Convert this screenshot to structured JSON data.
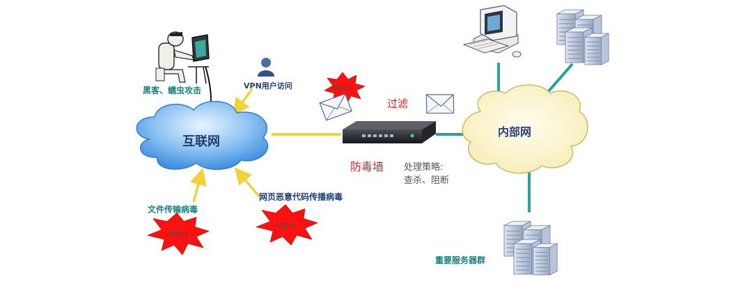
{
  "internet": {
    "label": "互联网"
  },
  "intranet": {
    "label": "内部网"
  },
  "firewall": {
    "label": "防毒墙",
    "policy_line1": "处理策略:",
    "policy_line2": "查杀、阻断"
  },
  "filter_label": "过滤",
  "hacker_label": "黑客、蠕虫攻击",
  "vpn_label": "VPN用户访问",
  "file_virus_label": "文件传输病毒",
  "web_virus_label": "网页恶意代码传播病毒",
  "server_group_label": "重要服务器群",
  "virus_text": "Virus",
  "colors": {
    "teal_label": "#1a7f7a",
    "arrow_yellow": "#f2d23a",
    "link_teal": "#2aa3a0",
    "virus_red": "#ff1010",
    "cloud_blue": "#3f8fe0",
    "cloud_yellow": "#fbf4c8"
  }
}
